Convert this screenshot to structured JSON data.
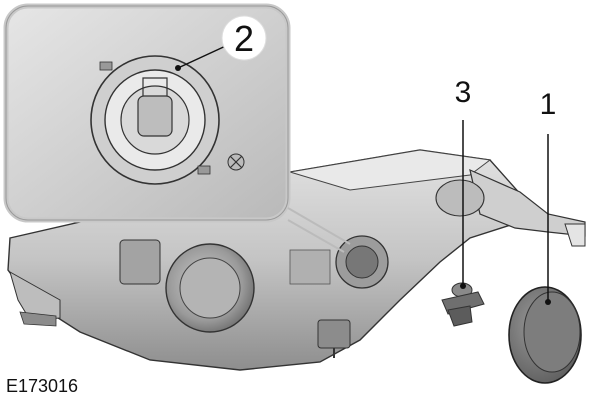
{
  "callouts": {
    "inset_number": "2",
    "bulb_holder": "3",
    "cover_cap": "1"
  },
  "figure_code": "E173016",
  "colors": {
    "housing_light": "#d7d7d7",
    "housing_mid": "#a9a9a9",
    "housing_dark": "#5a5a5a",
    "inset_border": "#c8c8c8",
    "ink": "#111111"
  }
}
